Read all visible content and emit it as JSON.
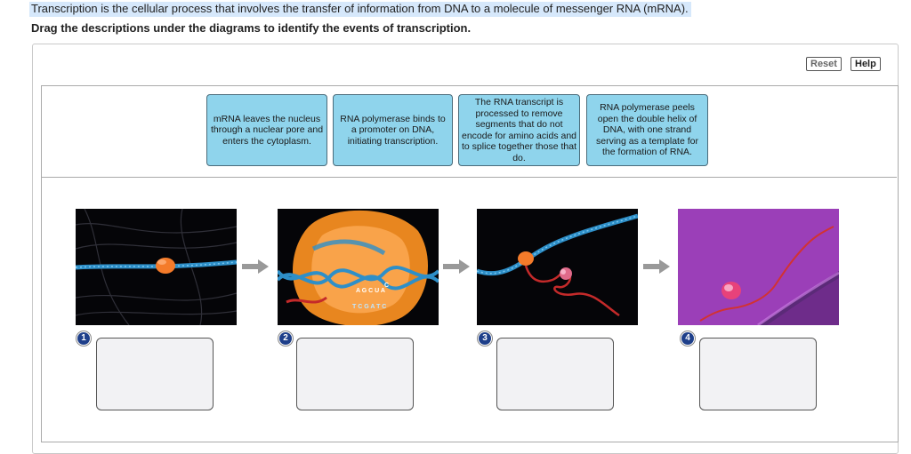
{
  "question": {
    "intro": "Transcription is the cellular process that involves the transfer of information from DNA to a molecule of messenger RNA (mRNA).",
    "instruction": "Drag the descriptions under the diagrams to identify the events of transcription."
  },
  "toolbar": {
    "reset_label": "Reset",
    "help_label": "Help"
  },
  "labels": [
    "mRNA leaves the nucleus through a nuclear pore and enters the cytoplasm.",
    "RNA polymerase binds to a promoter on DNA, initiating transcription.",
    "The RNA transcript is processed to remove segments that do not encode for amino acids and to splice together those that do.",
    "RNA polymerase peels open the double helix of DNA, with one strand serving as a template for the formation of RNA."
  ],
  "steps": [
    "1",
    "2",
    "3",
    "4"
  ],
  "diagram2": {
    "rna_bases": "A G C U A",
    "dna_bases": "T C G A T C",
    "extra_base": "C"
  },
  "colors": {
    "label_bg": "#8fd4ec",
    "dna_blue": "#2e8fc8",
    "polymerase_orange": "#f47b2a",
    "rna_red": "#c42a2a",
    "membrane_purple": "#9b3fb8",
    "badge_blue": "#1e3f8a"
  }
}
